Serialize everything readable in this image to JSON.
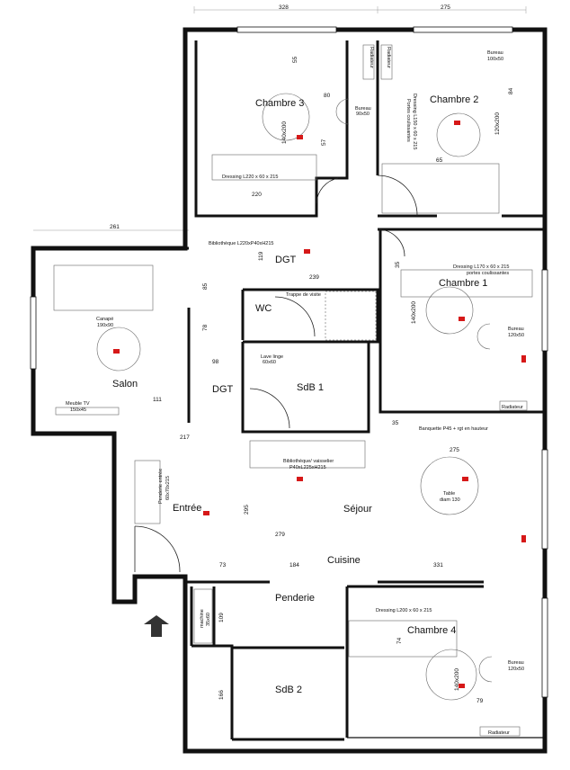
{
  "rooms": {
    "chambre3": "Chambre 3",
    "chambre2": "Chambre 2",
    "chambre1": "Chambre 1",
    "chambre4": "Chambre 4",
    "dgt_top": "DGT",
    "dgt_left": "DGT",
    "wc": "WC",
    "sdb1": "SdB 1",
    "sdb2": "SdB 2",
    "salon": "Salon",
    "entree": "Entrée",
    "sejour": "Séjour",
    "cuisine": "Cuisine",
    "penderie": "Penderie"
  },
  "furniture": {
    "bureau_c3": "Bureau",
    "bureau_c3_size": "90x50",
    "dressing_c3": "Dressing L220 x 60 x 215",
    "bureau_c2": "Bureau",
    "bureau_c2_size": "100x50",
    "dressing_c2": "Dressing L150 x 60 x 215",
    "dressing_c2_sub": "Portes coulissantes",
    "radiateur_c3": "Radiateur",
    "radiateur_c2": "Radiateur",
    "bibliotheque_dgt": "Bibliothèque L220xP40xH215",
    "trappe": "Trappe de visite",
    "lave_linge": "Lave linge",
    "lave_linge_sub": "60x60",
    "dressing_c1": "Dressing L170 x 60 x 215",
    "dressing_c1_sub": "portes coulissantes",
    "bureau_c1": "Bureau",
    "bureau_c1_size": "120x50",
    "radiateur_c1": "Radiateur",
    "canape": "Canapé",
    "canape_size": "190x90",
    "meuble_tv": "Meuble TV",
    "meuble_tv_size": "150x45",
    "banquette": "Banquette P45 + rgt en hauteur",
    "bibliotheque_sejour": "Bibliothèque/ vaisselier",
    "bibliotheque_sejour_size": "P40xL225xH215",
    "table": "Table",
    "table_size": "diam 130",
    "penderie_entree": "Penderie entrée",
    "penderie_entree_size": "60x70x215",
    "dressing_c4": "Dressing L200 x 60 x 215",
    "bureau_c4": "Bureau",
    "bureau_c4_size": "120x50",
    "radiateur_c4": "Radiateur",
    "machine_small": "machine",
    "machine_small_size": "35x60"
  },
  "dimensions": {
    "top_left": "328",
    "top_right": "275",
    "outer_left": "261",
    "d55": "55",
    "d80": "80",
    "d140_c3": "140x200",
    "d57": "57",
    "d220": "220",
    "d84": "84",
    "d120_c2": "120x200",
    "d65": "65",
    "d119": "119",
    "d239": "239",
    "d85": "85",
    "d35a": "35",
    "d140_c1": "140x200",
    "d78": "78",
    "d98": "98",
    "d111": "111",
    "d217": "217",
    "d35b": "35",
    "d275_sejour": "275",
    "d295": "295",
    "d279": "279",
    "d73": "73",
    "d184": "184",
    "d331": "331",
    "d109": "109",
    "d74": "74",
    "d140_c4": "140x200",
    "d166": "166",
    "d79": "79"
  }
}
